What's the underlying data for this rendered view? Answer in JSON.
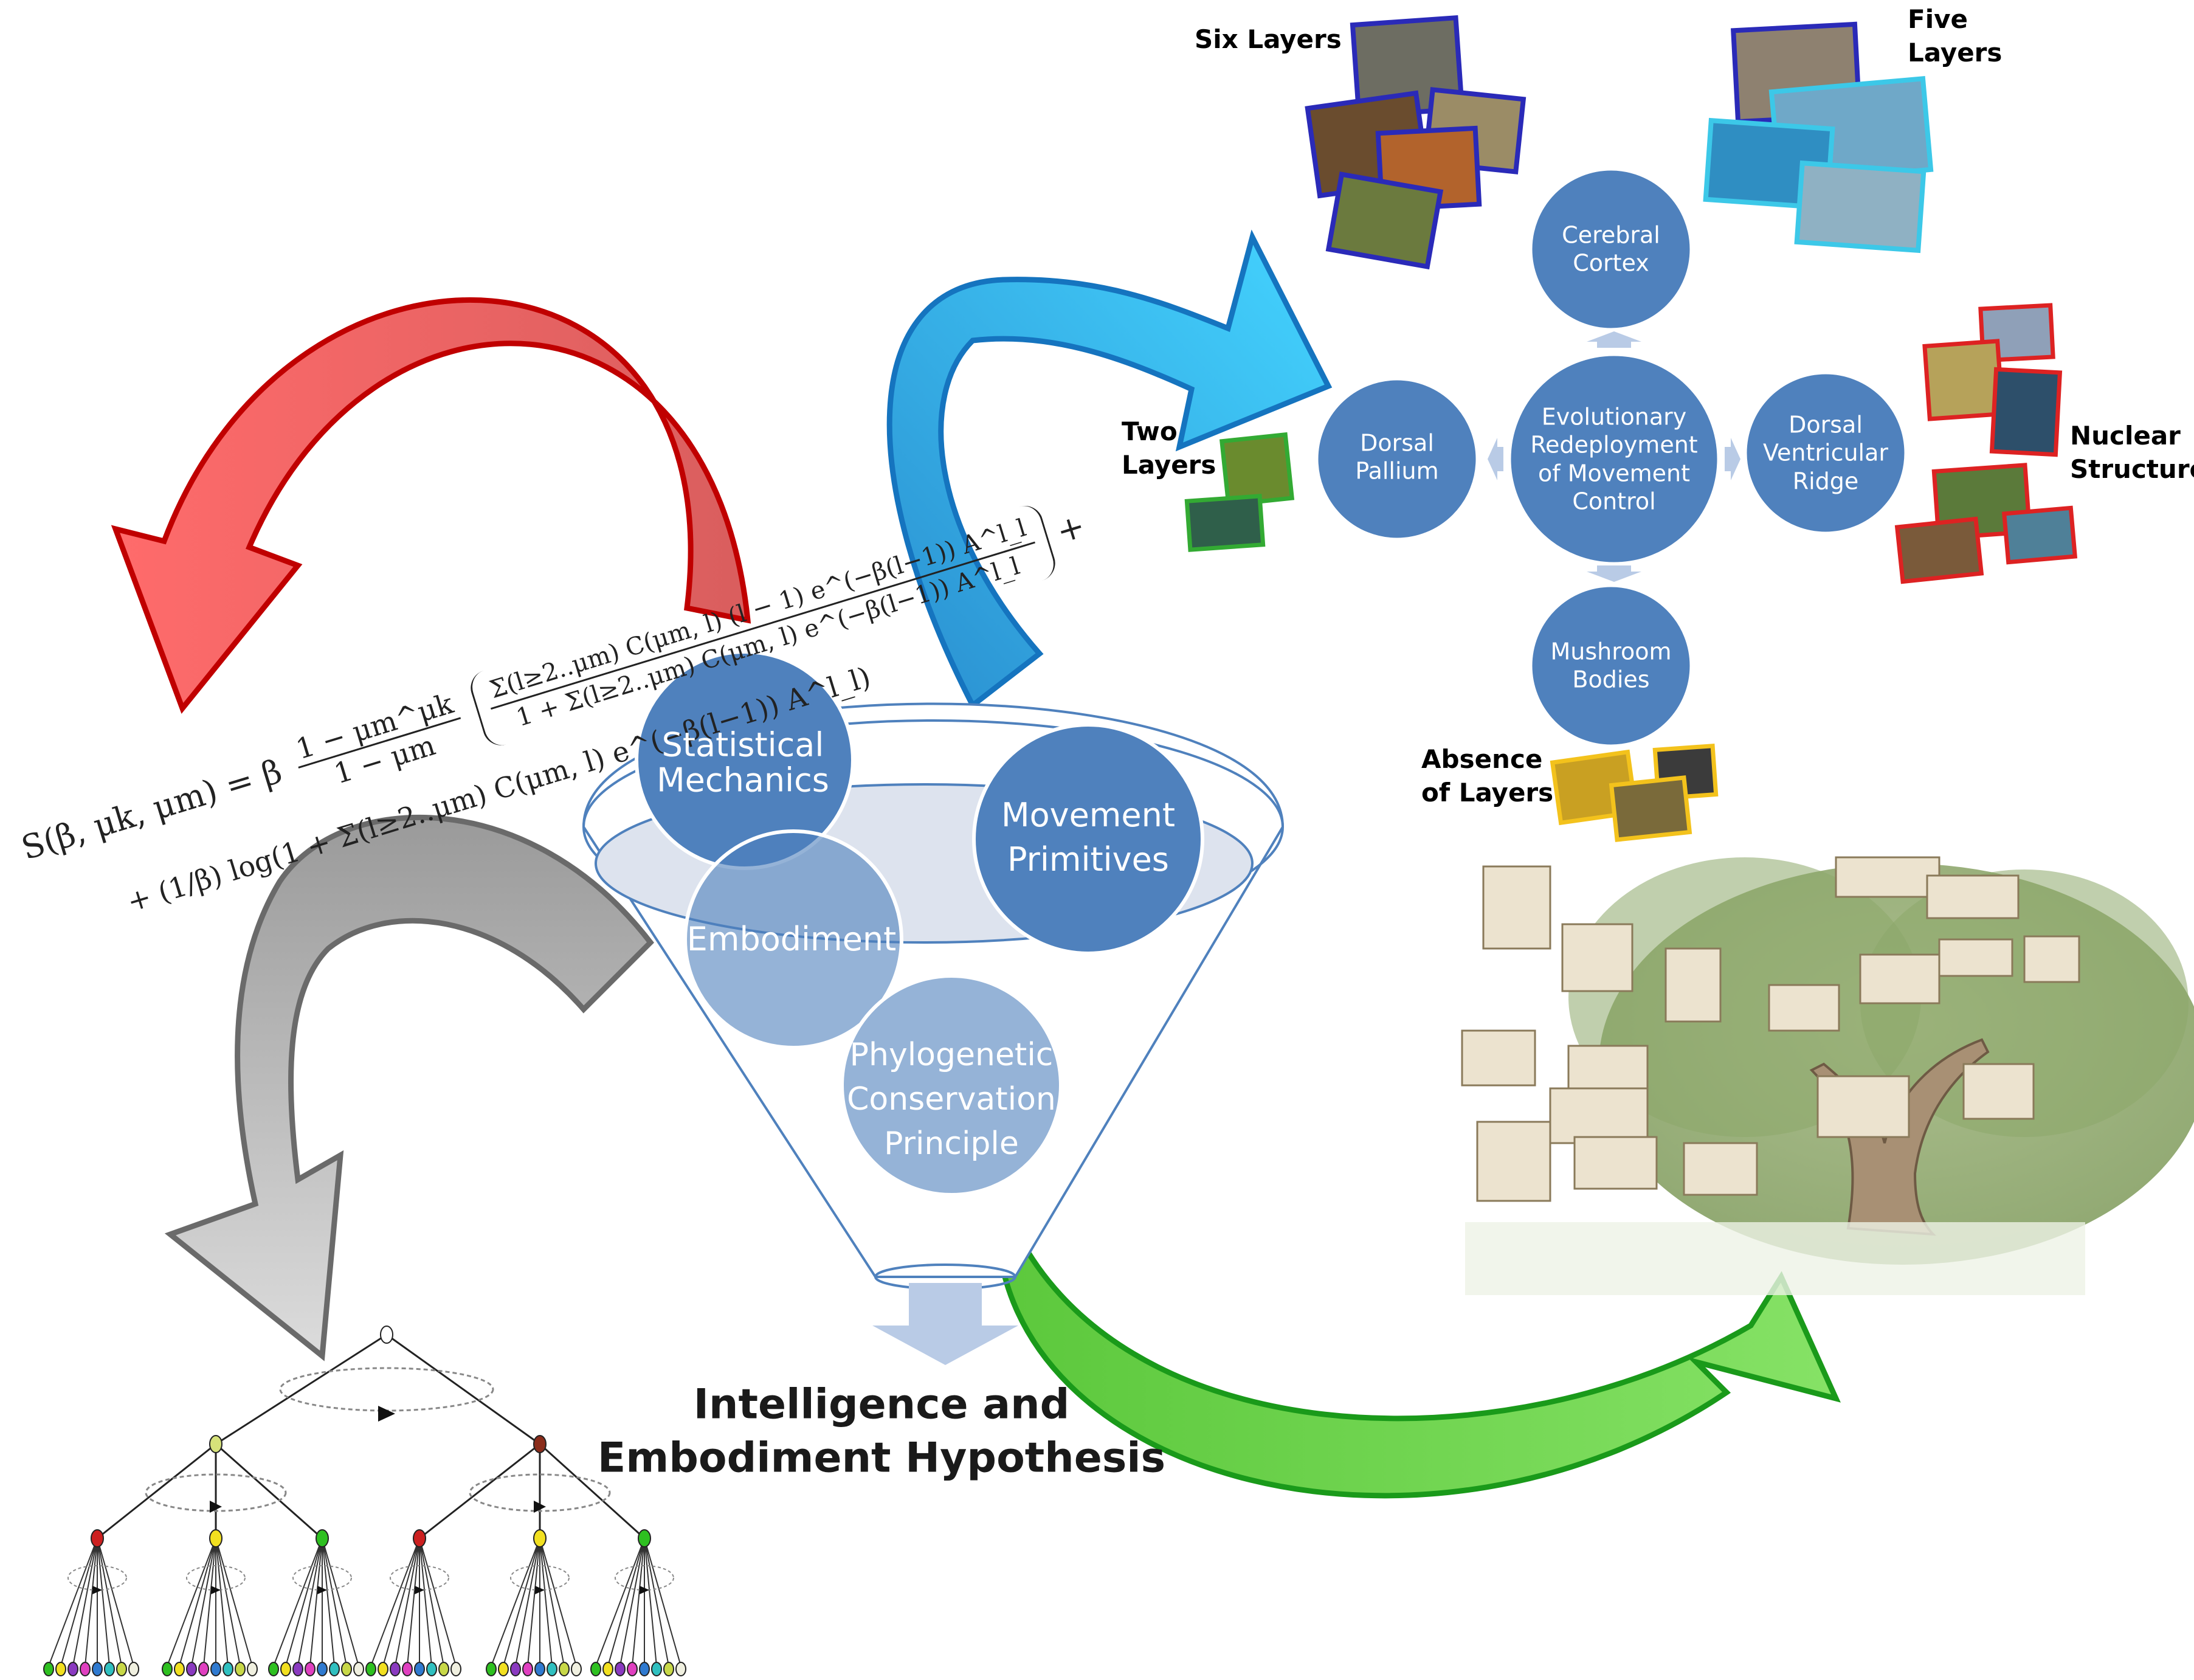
{
  "funnel": {
    "statistical_mechanics": "Statistical\nMechanics",
    "movement_primitives": "Movement\nPrimitives",
    "embodiment": "Embodiment",
    "phylogenetic": "Phylogenetic\nConservation\nPrinciple"
  },
  "hypothesis_title": "Intelligence and\nEmbodiment Hypothesis",
  "cycle": {
    "center": "Evolutionary\nRedeployment\nof Movement\nControl",
    "top": "Cerebral\nCortex",
    "left": "Dorsal\nPallium",
    "right": "Dorsal\nVentricular\nRidge",
    "bottom": "Mushroom\nBodies"
  },
  "taxa": {
    "six_layers": "Six Layers",
    "five_layers": "Five\nLayers",
    "two_layers": "Two\nLayers",
    "nuclear_structure": "Nuclear\nStructure",
    "absence_of_layers": "Absence\nof Layers"
  },
  "formula": {
    "lhs": "S(β, μk, μm) = β",
    "fraction_num": "1 − μm^μk",
    "fraction_den": "1 − μm",
    "inner_num": "Σ(l≥2..μm) C(μm, l) (l − 1) e^(−β(l−1)) A^l_l",
    "inner_den": "1 + Σ(l≥2..μm) C(μm, l) e^(−β(l−1)) A^l_l",
    "tail": "+ (1/β) log(1 + Σ(l≥2..μm) C(μm, l) e^(−β(l−1)) A^l_l)"
  },
  "colors": {
    "circle_blue": "#4f81bd",
    "circle_light": "#95b3d7",
    "arrow_red": "#e06666",
    "arrow_blue": "#38bfe6",
    "arrow_gray": "#a8a8a8",
    "arrow_green": "#6ed14d"
  }
}
